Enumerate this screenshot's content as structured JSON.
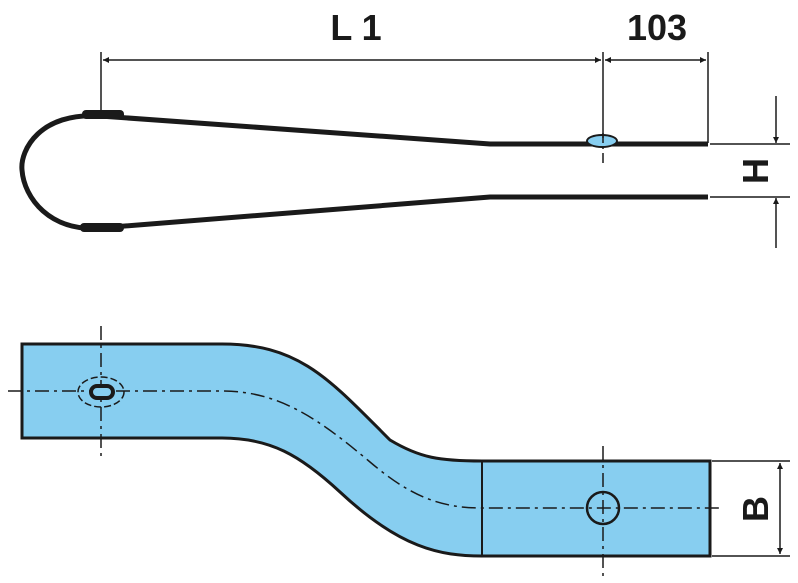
{
  "labels": {
    "l1": "L 1",
    "dim103": "103",
    "h": "H",
    "b": "B"
  },
  "colors": {
    "part_fill": "#87cef0",
    "line": "#1a1a1a",
    "background": "#ffffff"
  }
}
